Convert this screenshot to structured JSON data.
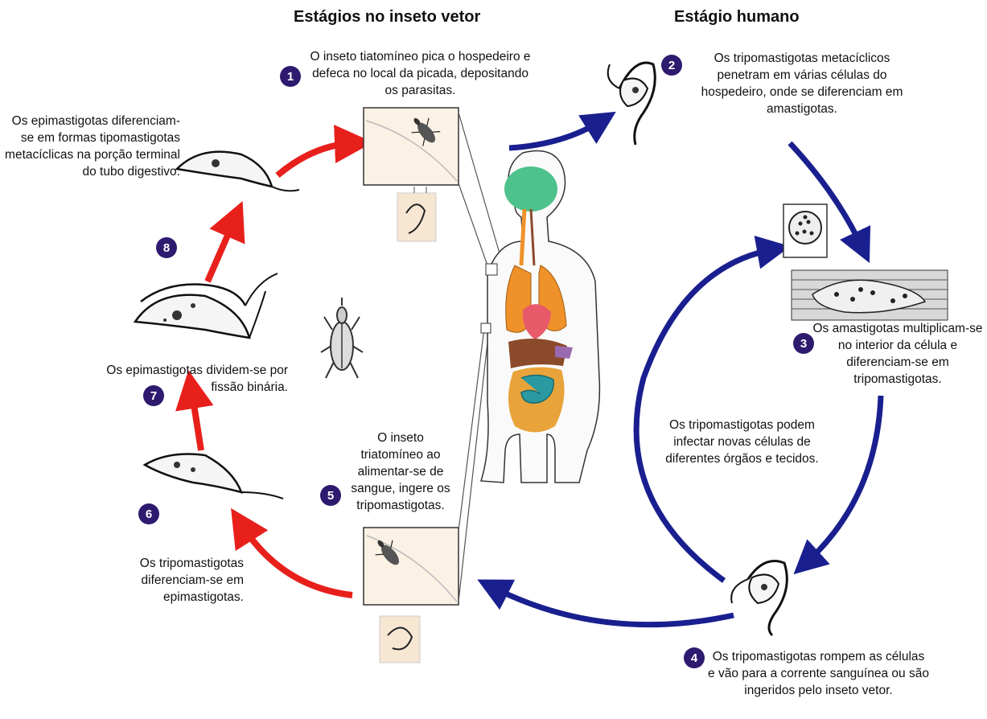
{
  "titles": {
    "vector": "Estágios  no inseto vetor",
    "human": "Estágio humano"
  },
  "steps": [
    {
      "n": "1",
      "text": "O inseto tiatomíneo pica o hospedeiro e defeca no local da picada, depositando os parasitas."
    },
    {
      "n": "2",
      "text": "Os tripomastigotas metacíclicos penetram em várias células do hospedeiro, onde se diferenciam em amastigotas."
    },
    {
      "n": "3",
      "text": "Os amastigotas multiplicam-se no interior da célula e diferenciam-se em tripomastigotas."
    },
    {
      "n": "4",
      "text": "Os tripomastigotas rompem as células e vão para a corrente sanguínea ou são ingeridos pelo inseto vetor."
    },
    {
      "n": "5",
      "text": "O inseto triatomíneo ao alimentar-se de sangue, ingere os tripomastigotas."
    },
    {
      "n": "6",
      "text": "Os tripomastigotas diferenciam-se em epimastigotas."
    },
    {
      "n": "7",
      "text": "Os epimastigotas dividem-se por fissão binária."
    },
    {
      "n": "8",
      "text": "Os epimastigotas diferenciam-se em formas tipomastigotas metacíclicas na porção terminal do tubo digestivo."
    }
  ],
  "center_note": "Os tripomastigotas podem infectar novas células de diferentes órgãos e tecidos.",
  "colors": {
    "vector_arrow": "#e8201c",
    "human_arrow": "#1a1f8f",
    "step_badge": "#2e1a6e",
    "brain": "#4ec28c",
    "lungs": "#f0922a",
    "heart": "#e85a6a",
    "liver": "#8b4a2a",
    "intestine": "#2a9aa0",
    "colon": "#e8a43a"
  },
  "icons": [
    "triatomine-bug-icon",
    "parasite-epimastigote-icon",
    "trypomastigote-icon",
    "human-body-icon",
    "infected-cell-icon"
  ]
}
